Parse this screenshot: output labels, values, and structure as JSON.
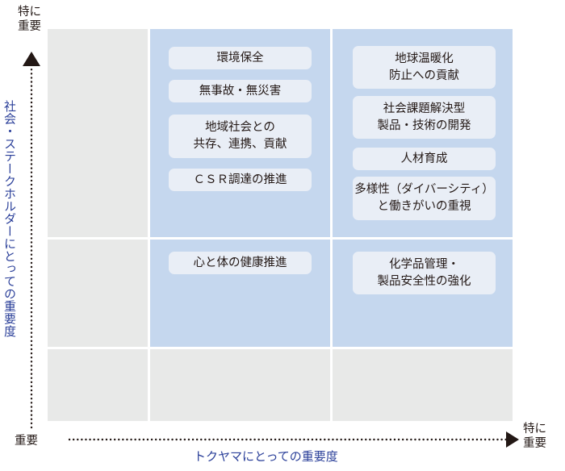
{
  "axes": {
    "y_high_label": "特に\n重要",
    "y_axis_title": "社会・ステークホルダーにとっての重要度",
    "x_low_label": "重要",
    "x_high_label": "特に\n重要",
    "x_axis_title": "トクヤマにとっての重要度"
  },
  "topics": {
    "t1": "環境保全",
    "t2": "無事故・無災害",
    "t3": "地域社会との\n共存、連携、貢献",
    "t4": "ＣＳＲ調達の推進",
    "t5": "心と体の健康推進",
    "t6": "地球温暖化\n防止への貢献",
    "t7": "社会課題解決型\n製品・技術の開発",
    "t8": "人材育成",
    "t9": "多様性（ダイバーシティ）\nと働きがいの重視",
    "t10": "化学品管理・\n製品安全性の強化"
  },
  "colors": {
    "high_priority_cell": "#c5d7ee",
    "low_priority_cell": "#e8e9e8",
    "topic_box": "#e9eef6",
    "axis_title": "#2a3f99"
  }
}
